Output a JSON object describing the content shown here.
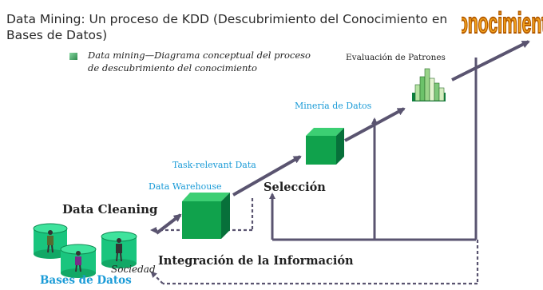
{
  "title": "Data Mining: Un proceso de KDD (Descubrimiento del Conocimiento en Bases de Datos)",
  "bullet": "Data mining—Diagrama conceptual del proceso de descubrimiento del conocimiento",
  "logo_text": "Conocimiento",
  "labels": {
    "evaluacion": "Evaluación de Patrones",
    "mineria": "Minería de Datos",
    "task_relevant": "Task-relevant Data",
    "warehouse": "Data Warehouse",
    "seleccion": "Selección",
    "cleaning": "Data Cleaning",
    "integracion": "Integración de la Información",
    "sociedad": "Sociedad",
    "bases": "Bases de Datos"
  },
  "colors": {
    "arrow": "#5a5470",
    "cube_front": "#10a24c",
    "cube_top": "#3ccf73",
    "cube_side": "#07703a",
    "label_blue": "#1a9bd7",
    "cylinder": "#19c57e",
    "logo": "#f2a11c"
  },
  "icons": [
    "bullet-square-icon",
    "cube-icon",
    "bar-chart-icon",
    "database-cylinder-icon",
    "person-icon"
  ]
}
